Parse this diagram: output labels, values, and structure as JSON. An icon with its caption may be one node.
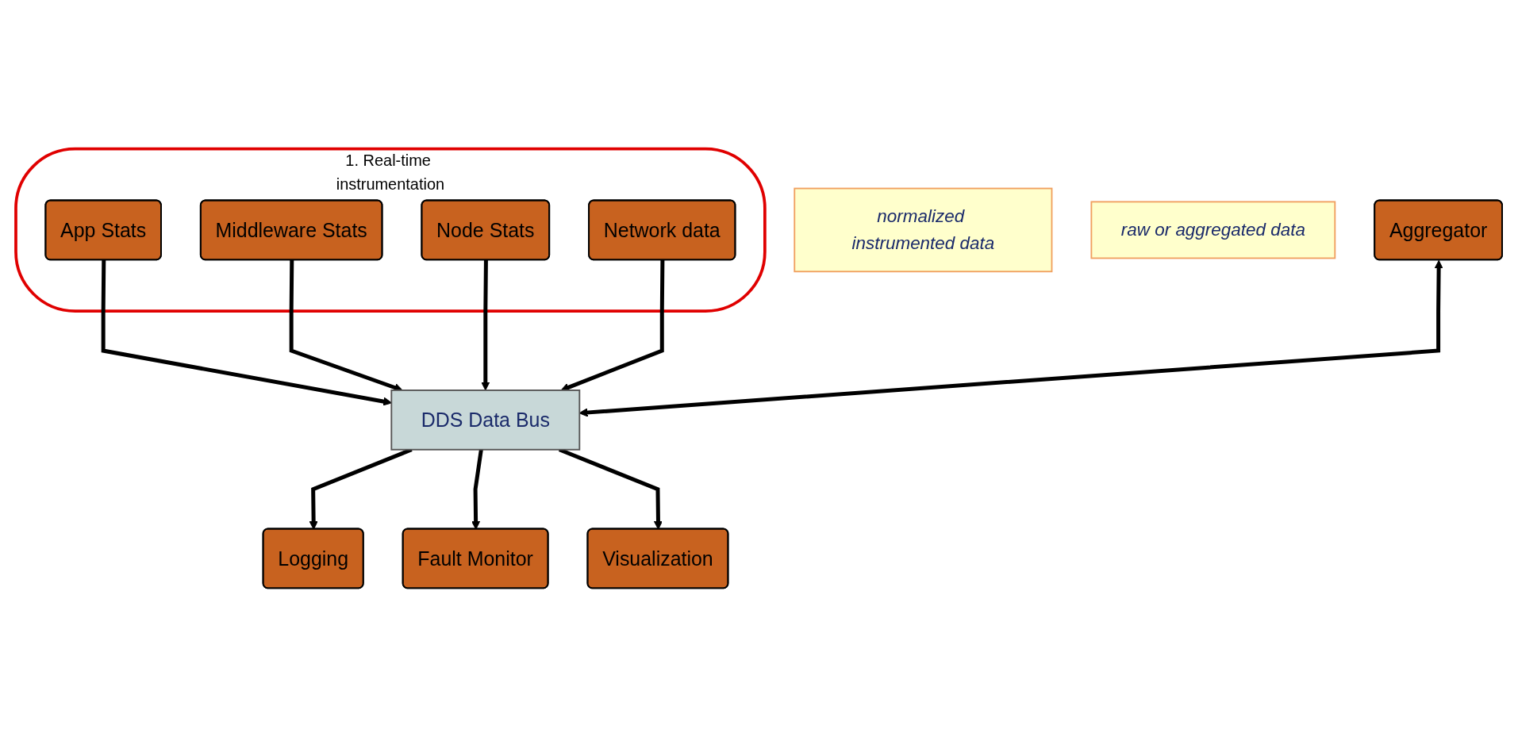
{
  "diagram": {
    "nodes": [
      {
        "text": [
          "1. Real-time instrumentation"
        ]
      },
      {
        "text": [
          "App Stats"
        ],
        "in": 0
      },
      {
        "text": [
          "Middleware Stats"
        ],
        "in": 0
      },
      {
        "text": [
          "Node Stats"
        ],
        "in": 0
      },
      {
        "text": [
          "Network data"
        ],
        "in": 0
      },
      {
        "text": [
          "Visualization"
        ]
      },
      {
        "text": [
          "Fault Monitor"
        ]
      },
      {
        "text": [
          "Logging"
        ]
      },
      {
        "text": [
          "normalized instrumented data"
        ]
      },
      {
        "text": [
          "Aggregator"
        ]
      },
      {
        "text": [
          "raw or aggregated data"
        ]
      },
      {
        "text": [
          "DDS Data Bus"
        ]
      }
    ],
    "edges": [
      {
        "from": 1,
        "to": 11,
        "arrow": "to"
      },
      {
        "from": 2,
        "to": 11,
        "arrow": "to"
      },
      {
        "from": 3,
        "to": 11,
        "arrow": "to"
      },
      {
        "from": 4,
        "to": 11,
        "arrow": "to"
      },
      {
        "from": 9,
        "to": 11,
        "arrow": "both"
      },
      {
        "from": 11,
        "to": 7,
        "arrow": "to"
      },
      {
        "from": 11,
        "to": 6,
        "arrow": "to"
      },
      {
        "from": 11,
        "to": 5,
        "arrow": "to"
      }
    ]
  }
}
